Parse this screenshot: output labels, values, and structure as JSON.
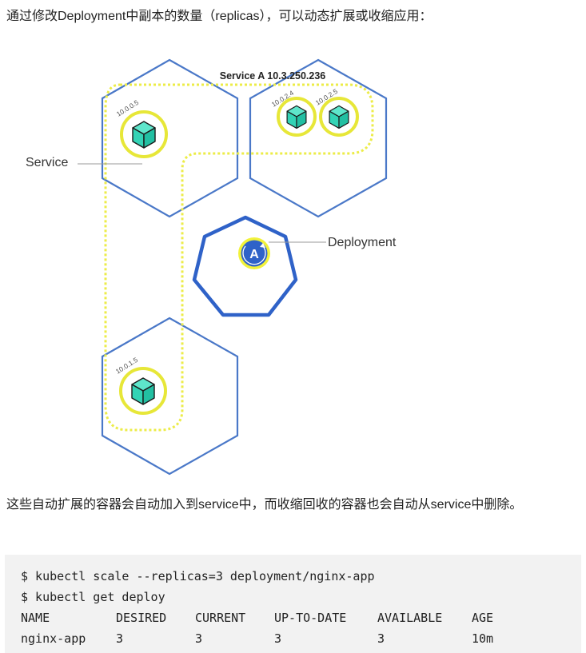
{
  "intro_text": "通过修改Deployment中副本的数量（replicas），可以动态扩展或收缩应用：",
  "diagram": {
    "service_title": "Service A 10.3.250.236",
    "service_label": "Service",
    "deployment_label": "Deployment",
    "deployment_badge": "A",
    "pod_ips": [
      "10.0.0.5",
      "10.0.2.4",
      "10.0.2.5",
      "10.0.1.5"
    ],
    "colors": {
      "node_border": "#4a78c8",
      "deployment_border": "#2f62c8",
      "service_dots": "#ecec48",
      "pod_ring": "#e7e738",
      "pod_cube": "#33d3b5"
    }
  },
  "outro_text": "这些自动扩展的容器会自动加入到service中，而收缩回收的容器也会自动从service中删除。",
  "code": {
    "commands": [
      "$ kubectl scale --replicas=3 deployment/nginx-app",
      "$ kubectl get deploy"
    ],
    "table": {
      "headers": [
        "NAME",
        "DESIRED",
        "CURRENT",
        "UP-TO-DATE",
        "AVAILABLE",
        "AGE"
      ],
      "rows": [
        [
          "nginx-app",
          "3",
          "3",
          "3",
          "3",
          "10m"
        ]
      ]
    }
  }
}
